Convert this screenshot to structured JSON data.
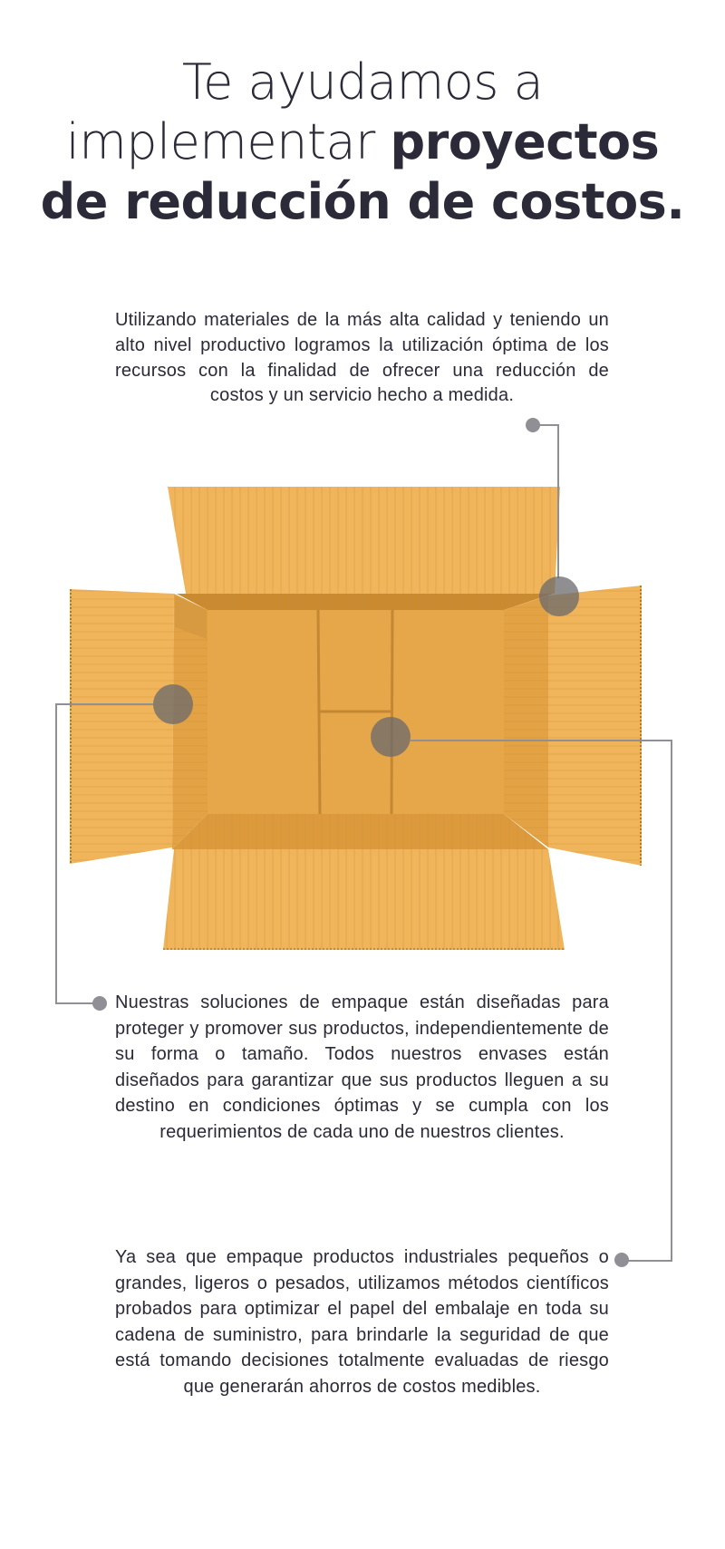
{
  "heading": {
    "line1": "Te ayudamos a",
    "line2_light": "implementar ",
    "line2_bold": "proyectos",
    "line3_bold": "de reducción de costos."
  },
  "paragraphs": [
    {
      "id": "p1",
      "text": "Utilizando materiales de la más alta calidad y teniendo un alto nivel productivo logramos la utilización óptima de los recursos con la finalidad de ofrecer una reducción de costos y un servicio hecho a medida."
    },
    {
      "id": "p2",
      "text": "Nuestras soluciones de empaque están diseñadas para proteger y promover sus productos, independientemente de su forma o tamaño. Todos nuestros envases están diseñados para garantizar que sus productos lleguen a su destino en condiciones óptimas y se cumpla con los requerimientos de cada uno de nuestros clientes."
    },
    {
      "id": "p3",
      "text": "Ya sea que empaque productos industriales pequeños o grandes, ligeros o pesados, utilizamos métodos científicos probados para optimizar el papel del embalaje en toda su cadena de suministro, para brindarle la seguridad de que está tomando decisiones totalmente evaluadas de riesgo que generarán ahorros de costos medibles."
    }
  ],
  "image": {
    "subject": "open-cardboard-box-icon",
    "hotspots": [
      {
        "name": "hotspot-top-right-corner",
        "links_to": "p1"
      },
      {
        "name": "hotspot-left-wall",
        "links_to": "p2"
      },
      {
        "name": "hotspot-center-floor",
        "links_to": "p3"
      }
    ]
  },
  "colors": {
    "text": "#2a2a38",
    "connector": "#8f8f95",
    "cardboard_flap": "#f0b45a",
    "cardboard_floor": "#e6a64a",
    "cardboard_wall": "#d8983c"
  }
}
